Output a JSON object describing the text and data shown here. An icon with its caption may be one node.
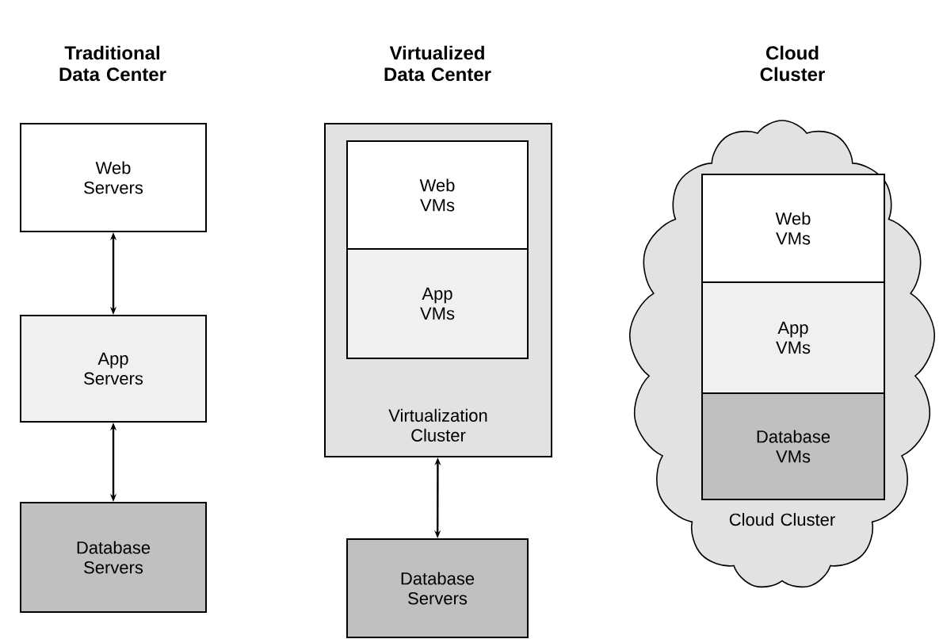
{
  "diagram": {
    "nodes": [
      {
        "text": [
          "Web Servers"
        ]
      },
      {
        "text": [
          "App Servers"
        ]
      },
      {
        "text": [
          "Database Servers"
        ]
      },
      {
        "text": [
          "Virtualization Cluster"
        ]
      },
      {
        "text": [
          "Web VMs"
        ],
        "in": 3
      },
      {
        "text": [
          "App VMs"
        ],
        "in": 3
      },
      {
        "text": [
          "Database Servers"
        ]
      },
      {
        "text": [
          "Cloud Cluster"
        ]
      },
      {
        "text": [
          "Web VMs"
        ],
        "in": 7
      },
      {
        "text": [
          "App VMs"
        ],
        "in": 7
      },
      {
        "text": [
          "Database VMs"
        ],
        "in": 7
      }
    ],
    "edges": [
      {
        "from": 0,
        "to": 1,
        "arrow": "both"
      },
      {
        "from": 1,
        "to": 2,
        "arrow": "both"
      },
      {
        "from": 3,
        "to": 6,
        "arrow": "both"
      }
    ],
    "labels": [
      "Traditional Data Center",
      "Virtualized Data Center",
      "Cloud Cluster"
    ]
  }
}
